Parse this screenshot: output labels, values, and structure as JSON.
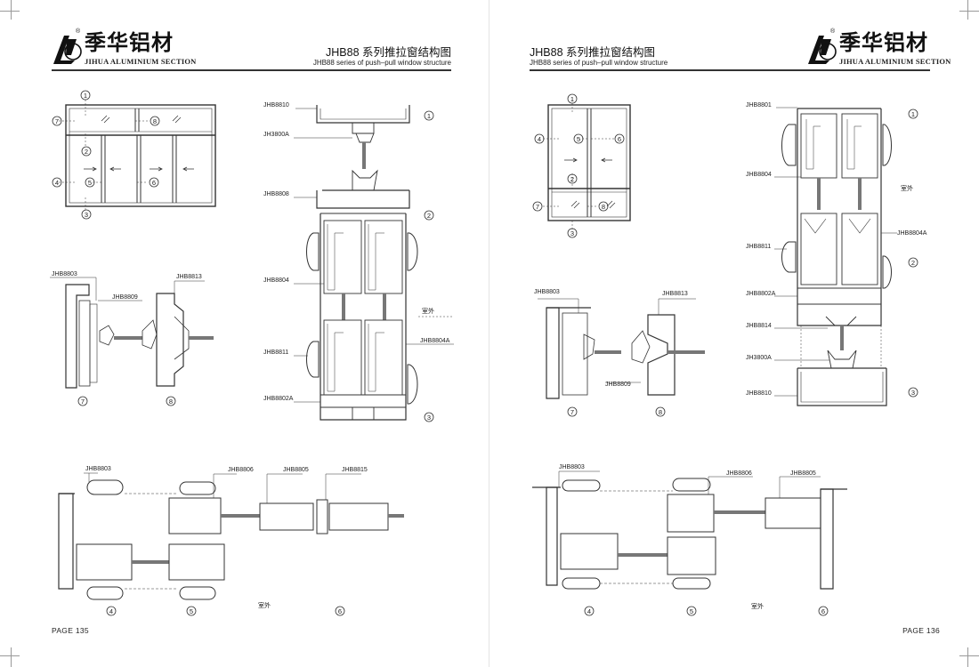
{
  "brand": {
    "name_cn": "季华铝材",
    "name_en": "JIHUA ALUMINIUM SECTION",
    "registered_mark": "®"
  },
  "title": {
    "cn": "JHB88 系列推拉窗结构图",
    "en": "JHB88 series of push–pull window structure"
  },
  "page_left": {
    "page_label": "PAGE 135",
    "elevation_callouts": [
      "1",
      "2",
      "3",
      "4",
      "5",
      "6",
      "7",
      "8"
    ],
    "details_78": {
      "labels": [
        "JHB8803",
        "JHB8809",
        "JHB8813"
      ],
      "callouts": [
        "7",
        "8"
      ]
    },
    "vertical_section": {
      "labels": [
        "JHB8810",
        "JH3800A",
        "JHB8808",
        "JHB8804",
        "JHB8811",
        "JHB8804A",
        "JHB8802A"
      ],
      "callouts": [
        "1",
        "2",
        "3"
      ],
      "outdoor": "室外"
    },
    "horizontal_section": {
      "labels": [
        "JHB8803",
        "JHB8806",
        "JHB8805",
        "JHB8815"
      ],
      "callouts": [
        "4",
        "5",
        "6"
      ],
      "outdoor": "室外"
    }
  },
  "page_right": {
    "page_label": "PAGE 136",
    "elevation_callouts": [
      "1",
      "2",
      "3",
      "4",
      "5",
      "6",
      "7",
      "8"
    ],
    "details_78": {
      "labels": [
        "JHB8803",
        "JHB8813",
        "JHB8809"
      ],
      "callouts": [
        "7",
        "8"
      ]
    },
    "vertical_section": {
      "labels": [
        "JHB8801",
        "JHB8804",
        "JHB8804A",
        "JHB8811",
        "JHB8802A",
        "JHB8814",
        "JH3800A",
        "JHB8810"
      ],
      "callouts": [
        "1",
        "2",
        "3"
      ],
      "outdoor": "室外"
    },
    "horizontal_section": {
      "labels": [
        "JHB8803",
        "JHB8806",
        "JHB8805"
      ],
      "callouts": [
        "4",
        "5",
        "6"
      ],
      "outdoor": "室外"
    }
  }
}
